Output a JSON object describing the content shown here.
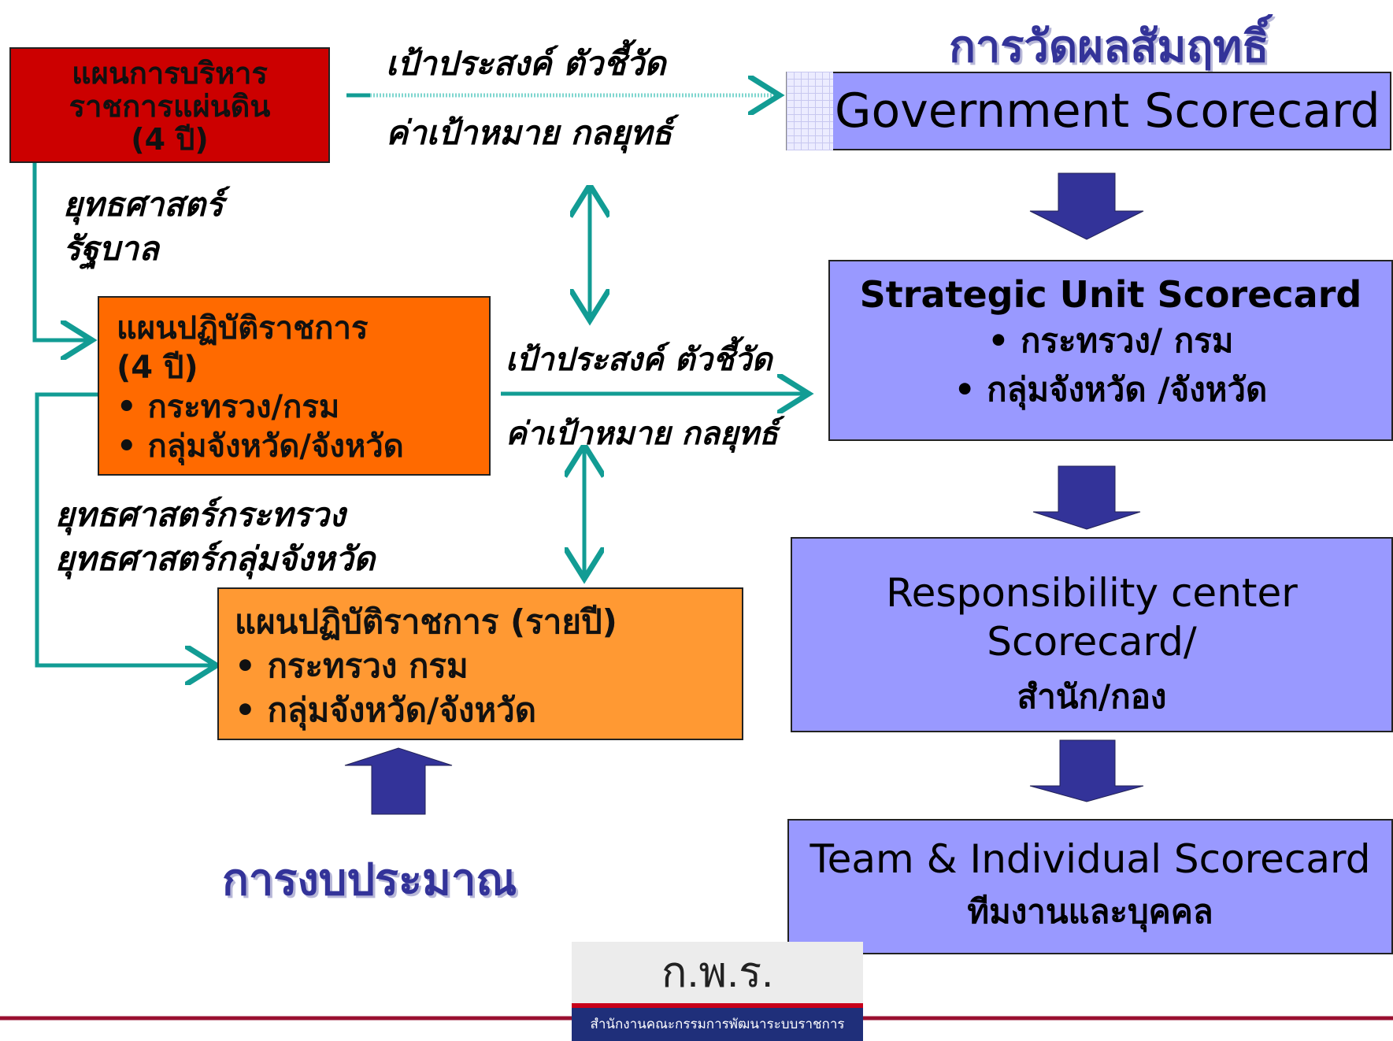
{
  "titles": {
    "performance_measurement": "การวัดผลสัมฤทธิ์",
    "budgeting": "การงบประมาณ"
  },
  "boxes": {
    "national_plan": {
      "lines": [
        "แผนการบริหาร",
        "ราชการแผ่นดิน",
        "(4 ปี)"
      ]
    },
    "gov_plan_4y": {
      "lines": [
        "แผนปฏิบัติราชการ",
        "(4 ปี)",
        "• กระทรวง/กรม",
        "• กลุ่มจังหวัด/จังหวัด"
      ]
    },
    "gov_plan_annual": {
      "lines": [
        "แผนปฏิบัติราชการ (รายปี)",
        "• กระทรวง กรม",
        "• กลุ่มจังหวัด/จังหวัด"
      ]
    },
    "government_scorecard": {
      "label": "Government Scorecard"
    },
    "strategic_unit_scorecard": {
      "title": "Strategic  Unit Scorecard",
      "items": [
        "• กระทรวง/ กรม",
        "• กลุ่มจังหวัด  /จังหวัด"
      ]
    },
    "responsibility_center": {
      "lines": [
        "Responsibility center",
        "Scorecard/"
      ],
      "thai": "สำนัก/กอง"
    },
    "team_individual": {
      "label": "Team & Individual Scorecard",
      "thai": "ทีมงานและบุคคล"
    }
  },
  "labels": {
    "top_objectives": "เป้าประสงค์ ตัวชี้วัด",
    "top_targets": "ค่าเป้าหมาย กลยุทธ์",
    "mid_objectives": "เป้าประสงค์ ตัวชี้วัด",
    "mid_targets": "ค่าเป้าหมาย กลยุทธ์",
    "gov_strategy": [
      "ยุทธศาสตร์",
      "รัฐบาล"
    ],
    "ministry_strategy": [
      "ยุทธศาสตร์กระทรวง",
      "ยุทธศาสตร์กลุ่มจังหวัด"
    ]
  },
  "logo": {
    "mark": "ก.พ.ร.",
    "caption": "สำนักงานคณะกรรมการพัฒนาระบบราชการ"
  },
  "colors": {
    "teal_arrow": "#129c94",
    "navy_arrow": "#333399",
    "lavender": "#9999ff",
    "red_box": "#cc0000",
    "orange_dark": "#ff6a00",
    "orange_light": "#ff9933",
    "footer_line": "#9a1030"
  }
}
